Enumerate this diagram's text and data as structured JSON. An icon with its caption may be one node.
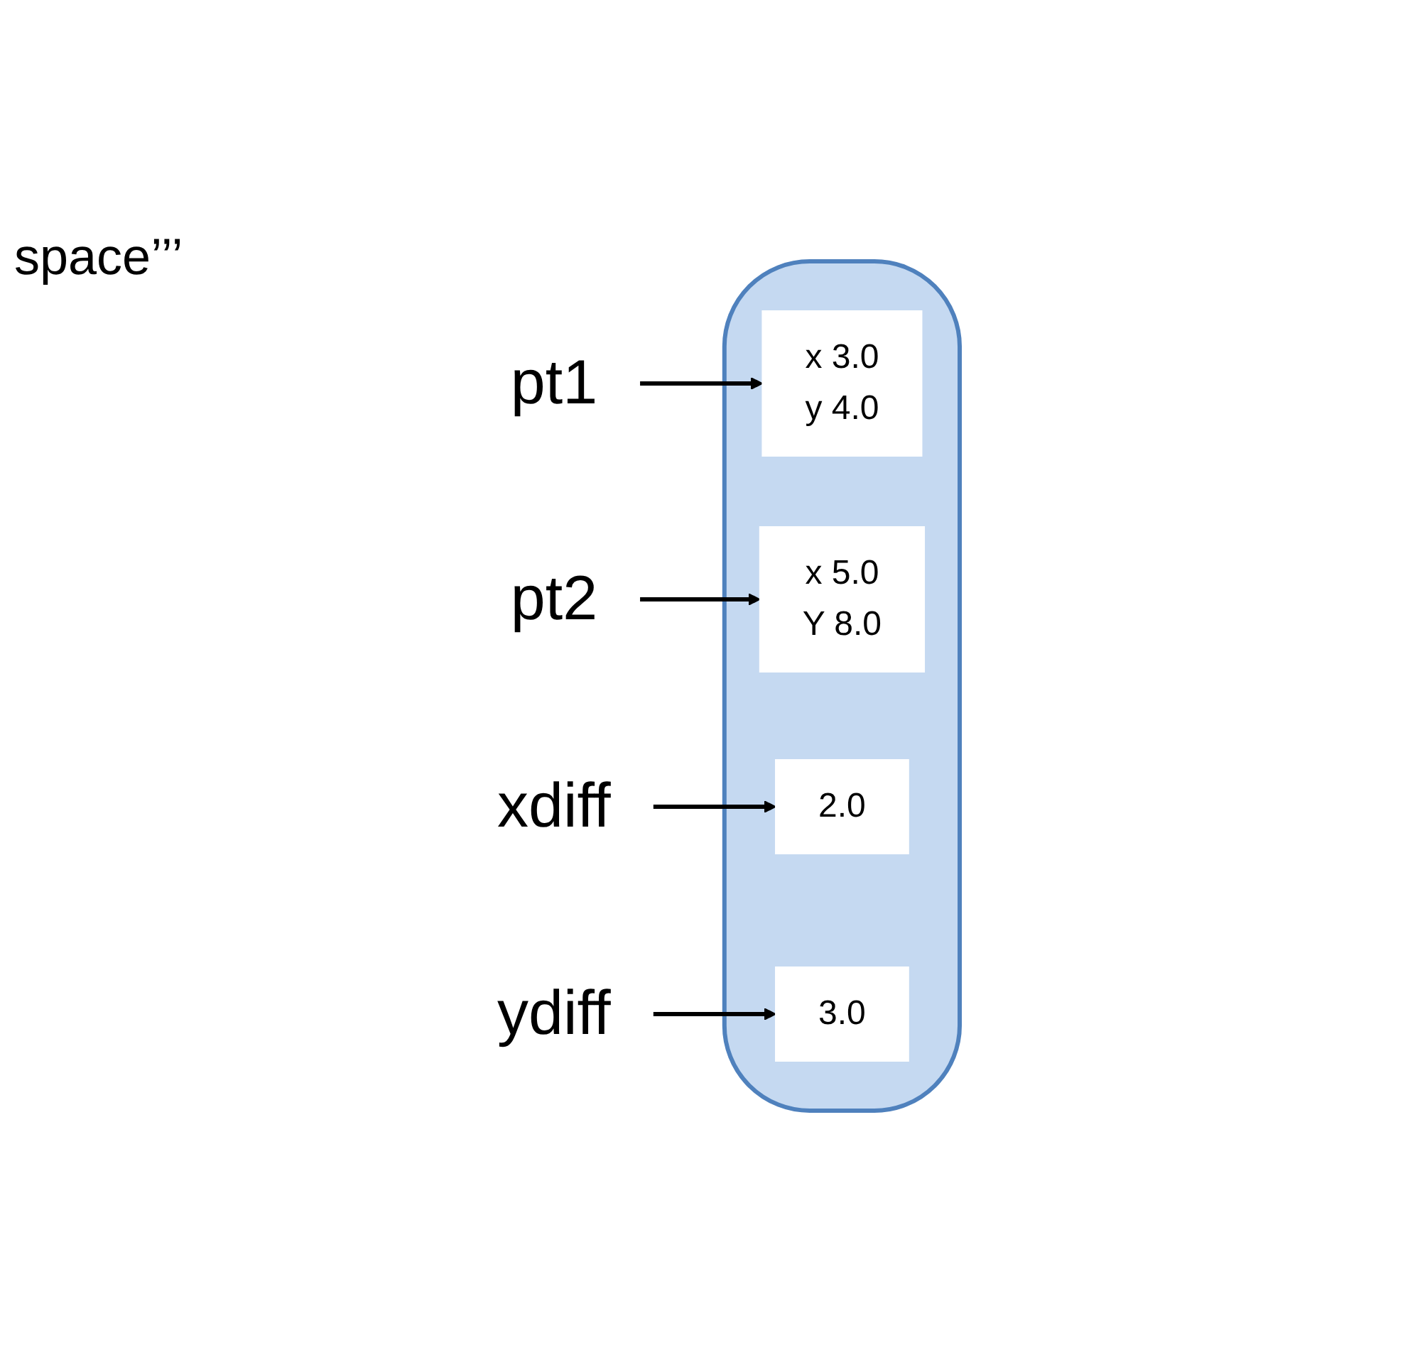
{
  "diagram": {
    "nodes": [
      {
        "text": [],
        "shape": "cloud"
      },
      {
        "text": [
          "x 3.0",
          "y 4.0"
        ],
        "in": 0
      },
      {
        "text": [
          "pt1"
        ]
      },
      {
        "text": [
          "x 5.0",
          "Y 8.0"
        ],
        "in": 0
      },
      {
        "text": [
          "pt2"
        ]
      },
      {
        "text": [
          "2.0"
        ],
        "in": 0
      },
      {
        "text": [
          "xdiff"
        ]
      },
      {
        "text": [
          "3.0"
        ],
        "in": 0
      },
      {
        "text": [
          "ydiff"
        ]
      }
    ],
    "edges": [
      {
        "from": 2,
        "to": 1,
        "arrow": "to"
      },
      {
        "from": 4,
        "to": 3,
        "arrow": "to"
      },
      {
        "from": 6,
        "to": 5,
        "arrow": "to"
      },
      {
        "from": 8,
        "to": 7,
        "arrow": "to"
      }
    ],
    "labels": [
      "space’’’"
    ]
  }
}
